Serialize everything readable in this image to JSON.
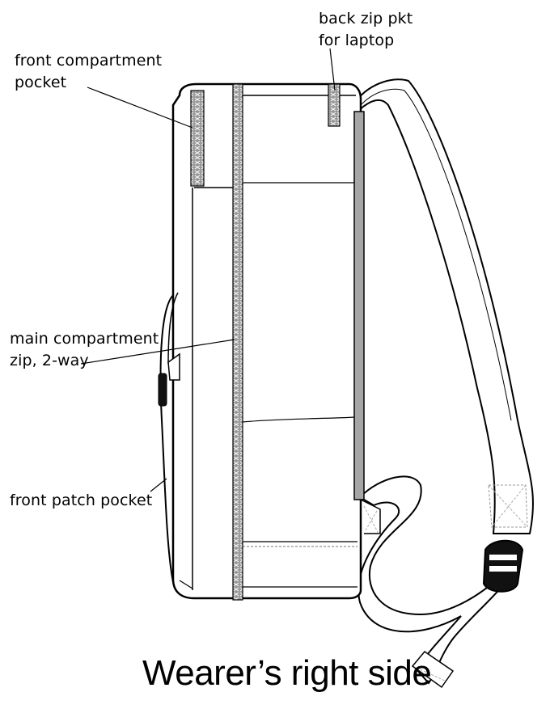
{
  "title": "Wearer’s right side",
  "labels": {
    "back_zip": [
      "back zip pkt",
      "for laptop"
    ],
    "front_compartment": [
      "front compartment",
      "pocket"
    ],
    "main_compartment": [
      "main compartment",
      "zip, 2-way"
    ],
    "front_patch": [
      "front patch pocket"
    ]
  },
  "colors": {
    "line": "#000000",
    "fill": "#ffffff",
    "zip_tape": "#9a9a9a",
    "laptop_zip": "#a6a6a6",
    "buckle": "#111111",
    "stitch": "#555555"
  }
}
